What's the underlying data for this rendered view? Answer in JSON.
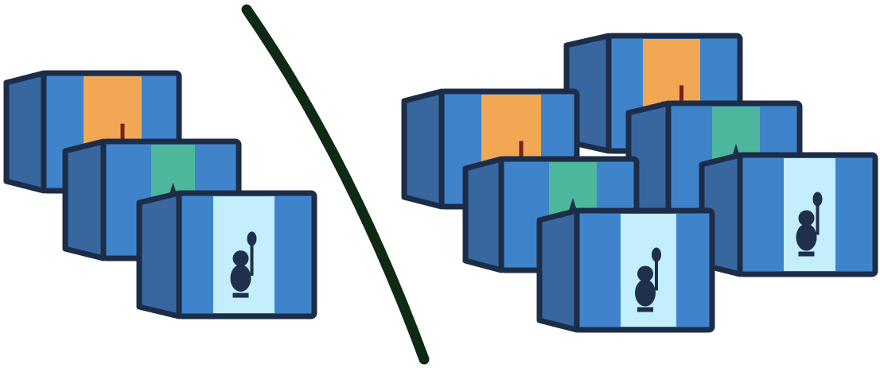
{
  "colors": {
    "outline": "#1d2d48",
    "side": "#3867a0",
    "front": "#3f84cb",
    "divider": "#0f2a14",
    "figure_dark": "#1f2f4c",
    "figure_red": "#7d1f1a"
  },
  "stripes": {
    "orange": "#f1a753",
    "teal": "#4db79c",
    "cyan": "#c3eefb"
  },
  "groups": [
    {
      "name": "left-group",
      "boxes": [
        "orange",
        "teal",
        "cyan"
      ]
    },
    {
      "name": "right-group",
      "boxes": [
        "orange",
        "teal",
        "orange",
        "cyan",
        "teal",
        "cyan"
      ]
    }
  ]
}
